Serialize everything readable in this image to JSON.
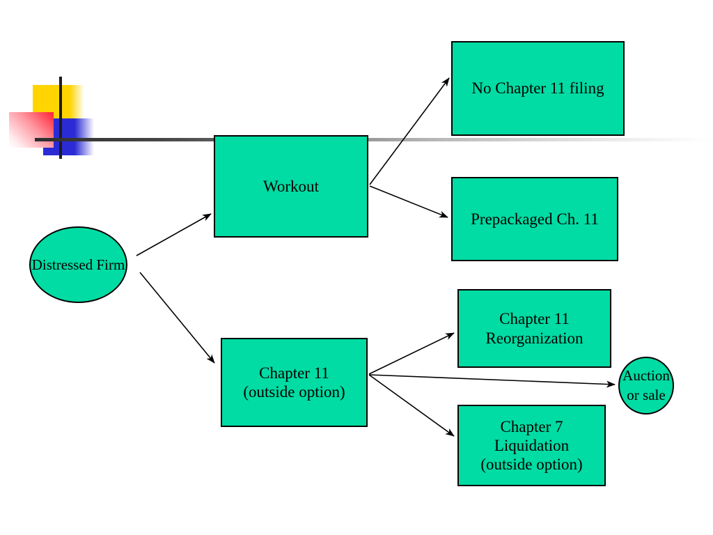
{
  "colors": {
    "shape_fill": "#00dca3",
    "shape_border": "#000000",
    "arrow_color": "#000000",
    "accent_yellow": "#ffd400",
    "accent_red": "#ff2233",
    "accent_blue": "#2b2bd5",
    "line_dark": "#1c1c1c"
  },
  "nodes": {
    "distressed_firm": {
      "label": "Distressed Firm"
    },
    "workout": {
      "label": "Workout"
    },
    "no_chapter_11_filing": {
      "label": "No Chapter 11 filing"
    },
    "prepackaged_ch_11": {
      "label": "Prepackaged Ch. 11"
    },
    "chapter_11_outside_option": {
      "line1": "Chapter 11",
      "line2": "(outside option)"
    },
    "chapter_11_reorganization": {
      "line1": "Chapter 11",
      "line2": "Reorganization"
    },
    "auction_or_sale": {
      "line1": "Auction",
      "line2": "or sale"
    },
    "chapter_7_liquidation": {
      "line1": "Chapter 7",
      "line2": "Liquidation",
      "line3": "(outside option)"
    }
  },
  "edges": [
    {
      "from": "distressed-firm",
      "to": "workout"
    },
    {
      "from": "distressed-firm",
      "to": "chapter-11-outside-option"
    },
    {
      "from": "workout",
      "to": "no-chapter-11-filing"
    },
    {
      "from": "workout",
      "to": "prepackaged-ch-11"
    },
    {
      "from": "chapter-11-outside-option",
      "to": "chapter-11-reorganization"
    },
    {
      "from": "chapter-11-outside-option",
      "to": "auction-or-sale"
    },
    {
      "from": "chapter-11-outside-option",
      "to": "chapter-7-liquidation"
    }
  ]
}
